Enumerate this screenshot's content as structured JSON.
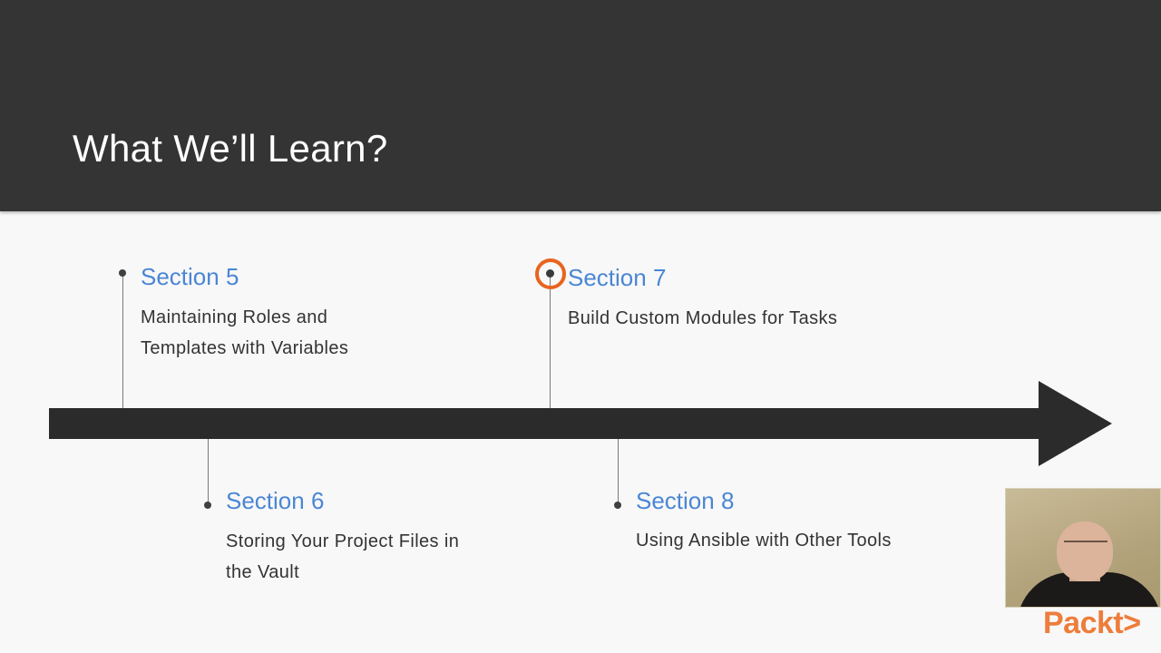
{
  "slide": {
    "title": "What We’ll Learn?"
  },
  "sections": [
    {
      "heading": "Section 5",
      "description_lines": [
        "Maintaining Roles and",
        "Templates with Variables"
      ]
    },
    {
      "heading": "Section 6",
      "description_lines": [
        "Storing Your Project Files in",
        "the Vault"
      ]
    },
    {
      "heading": "Section 7",
      "description_lines": [
        "Build Custom Modules for Tasks"
      ]
    },
    {
      "heading": "Section 8",
      "description_lines": [
        "Using Ansible with Other Tools"
      ]
    }
  ],
  "brand": {
    "logo_text": "Packt>"
  },
  "colors": {
    "header_bg": "#343434",
    "section_heading": "#4a86d4",
    "timeline": "#2b2b2b",
    "cursor_highlight": "#e8641f",
    "brand": "#ee7d3b"
  },
  "icons": {
    "cursor": "cursor-highlight-icon",
    "timeline_arrow": "arrow-right-icon",
    "webcam": "presenter-webcam"
  }
}
